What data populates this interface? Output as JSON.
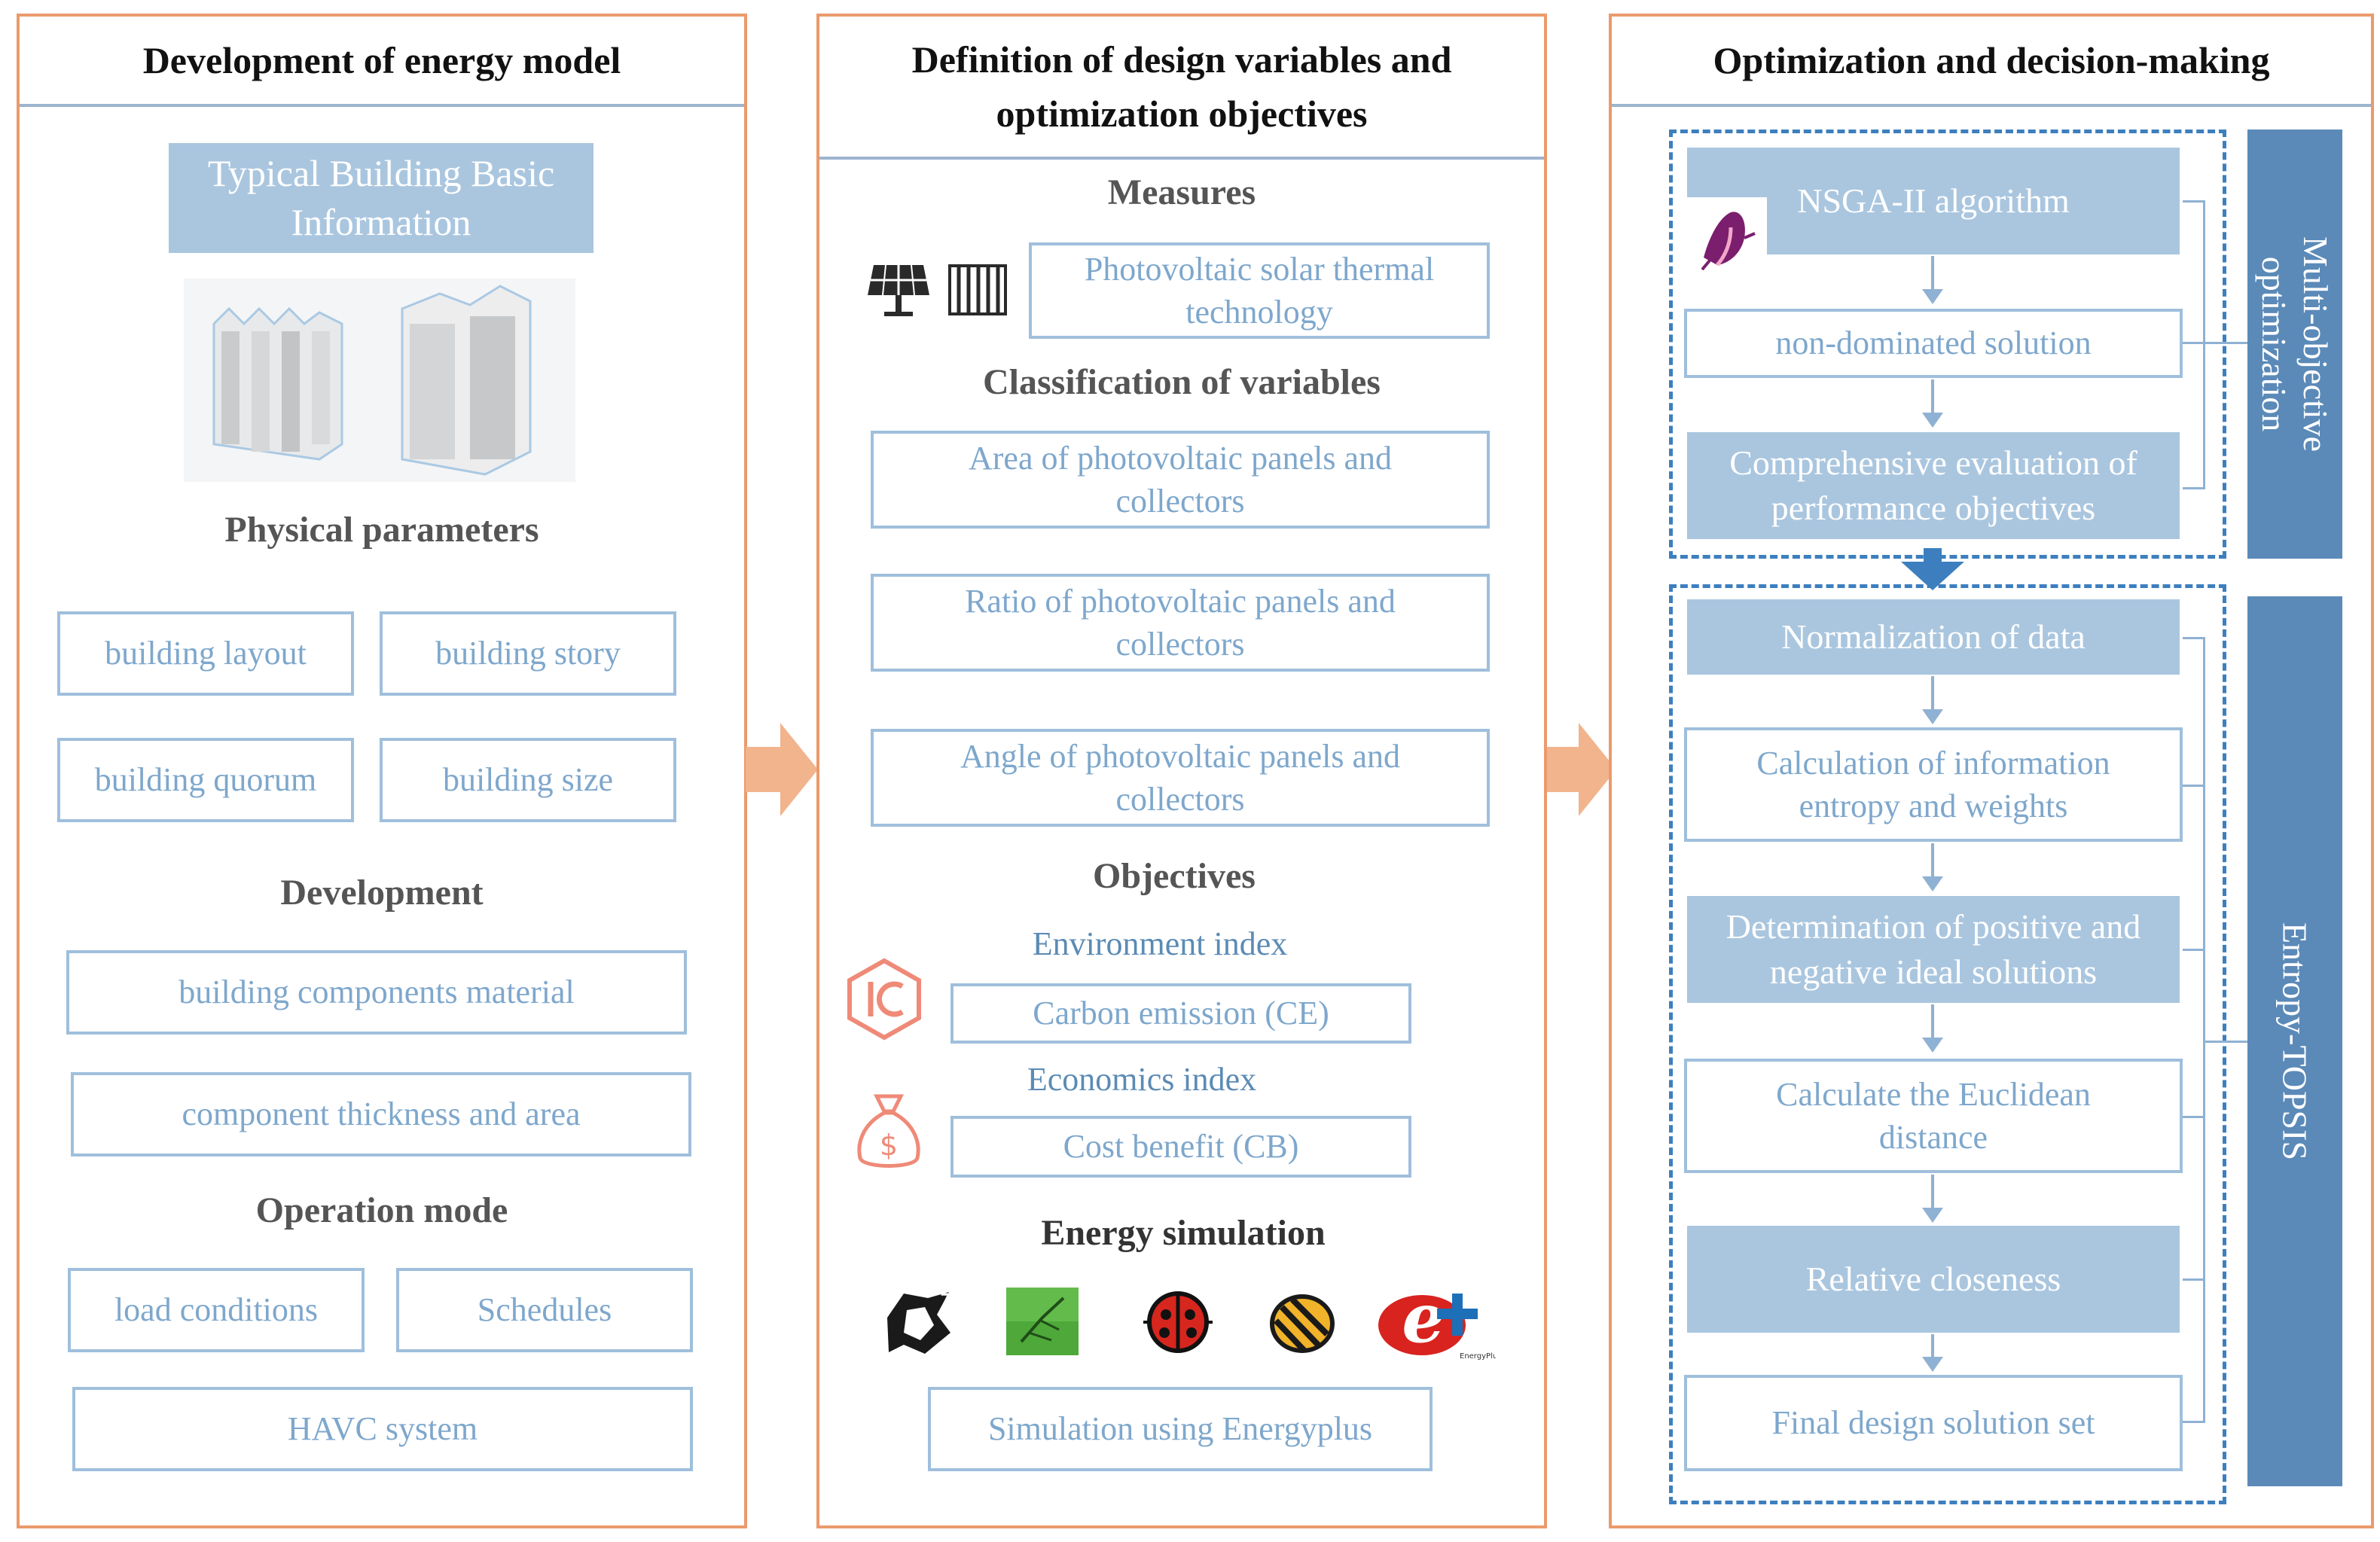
{
  "panel1": {
    "title": "Development of energy model",
    "basic_info": "Typical Building Basic Information",
    "physical_title": "Physical parameters",
    "physical": [
      "building layout",
      "building story",
      "building quorum",
      "building size"
    ],
    "development_title": "Development",
    "development": [
      "building components material",
      "component thickness and area"
    ],
    "operation_title": "Operation mode",
    "operation": [
      "load conditions",
      "Schedules",
      "HAVC system"
    ]
  },
  "panel2": {
    "title_line1": "Definition of design variables and",
    "title_line2": "optimization objectives",
    "measures_title": "Measures",
    "measure_box": "Photovoltaic solar thermal technology",
    "classification_title": "Classification of variables",
    "variables": [
      "Area of photovoltaic panels and collectors",
      "Ratio of photovoltaic panels and collectors",
      "Angle of photovoltaic panels and collectors"
    ],
    "objectives_title": "Objectives",
    "env_index": "Environment index",
    "ce_box": "Carbon emission (CE)",
    "econ_index": "Economics index",
    "cb_box": "Cost benefit (CB)",
    "energy_title": "Energy simulation",
    "sim_box": "Simulation using Energyplus"
  },
  "panel3": {
    "title": "Optimization and decision-making",
    "moo_steps": [
      "NSGA-II algorithm",
      "non-dominated solution",
      "Comprehensive evaluation of performance objectives"
    ],
    "moo_label": "Multi-objective optimization",
    "topsis_steps": [
      "Normalization of data",
      "Calculation of information entropy and weights",
      "Determination of positive and negative ideal solutions",
      "Calculate the Euclidean distance",
      "Relative closeness",
      "Final design solution set"
    ],
    "topsis_label": "Entropy-TOPSIS"
  },
  "colors": {
    "panel_border": "#eb9a6c",
    "accent_blue": "#5b8ab8",
    "light_blue_fill": "#aac6df",
    "box_border": "#9fbfdc",
    "flow_arrow": "#f1b48d",
    "dashed": "#3d7fbe"
  },
  "icons": [
    "building-model-icon",
    "solar-panel-icon",
    "collector-icon",
    "carbon-icon",
    "money-bag-icon",
    "rhino-icon",
    "grasshopper-icon",
    "ladybug-icon",
    "honeybee-icon",
    "energyplus-icon",
    "matlab-icon"
  ]
}
